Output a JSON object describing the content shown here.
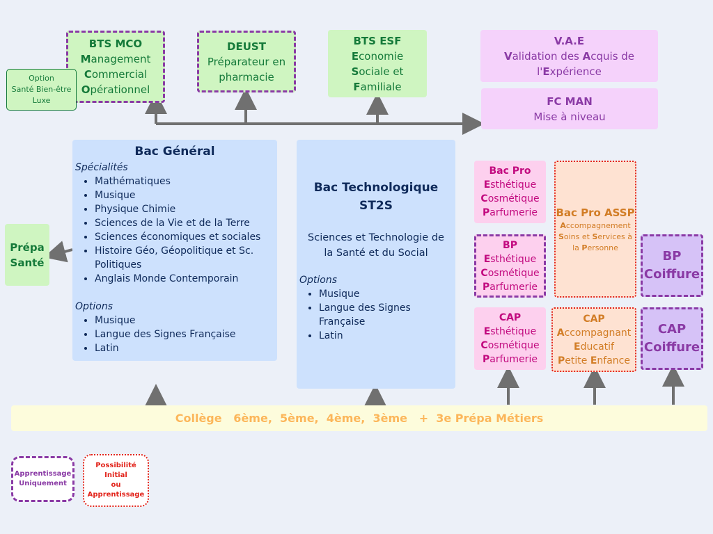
{
  "top": {
    "bts_mco": {
      "title": "BTS MCO",
      "lines": [
        [
          "M",
          "anagement"
        ],
        [
          "C",
          "ommercial"
        ],
        [
          "O",
          "pérationnel"
        ]
      ]
    },
    "option_sante": {
      "lines": [
        "Option",
        "Santé Bien-être",
        "Luxe"
      ]
    },
    "deust": {
      "title": "DEUST",
      "lines": [
        "Préparateur en",
        "pharmacie"
      ]
    },
    "bts_esf": {
      "title": "BTS ESF",
      "lines": [
        [
          "E",
          "conomie"
        ],
        [
          "S",
          "ociale et"
        ],
        [
          "F",
          "amiliale"
        ]
      ]
    },
    "vae": {
      "title": "V.A.E",
      "line1_a": "V",
      "line1_b": "alidation des ",
      "line1_c": "A",
      "line1_d": "cquis de",
      "line2_a": "l'",
      "line2_b": "E",
      "line2_c": "xpérience"
    },
    "fc_man": {
      "title": "FC MAN",
      "subtitle": "Mise à niveau"
    }
  },
  "prepa_sante": {
    "lines": [
      "Prépa",
      "Santé"
    ]
  },
  "bac_general": {
    "title": "Bac Général",
    "specialites_label": "Spécialités",
    "specialites": [
      "Mathématiques",
      "Musique",
      "Physique Chimie",
      "Sciences de la Vie et de la Terre",
      "Sciences économiques et sociales",
      "Histoire Géo, Géopolitique et Sc. Politiques",
      "Anglais Monde Contemporain"
    ],
    "options_label": "Options",
    "options": [
      "Musique",
      "Langue des Signes Française",
      "Latin"
    ]
  },
  "bac_techno": {
    "title_line1": "Bac Technologique",
    "title_line2": "ST2S",
    "description": "Sciences et Technologie de la Santé et du Social",
    "options_label": "Options",
    "options": [
      "Musique",
      "Langue des Signes Française",
      "Latin"
    ]
  },
  "pro": {
    "bac_pro_ecp": {
      "title": "Bac Pro",
      "lines": [
        [
          "E",
          "sthétique"
        ],
        [
          "C",
          "osmétique"
        ],
        [
          "P",
          "arfumerie"
        ]
      ]
    },
    "bp_ecp": {
      "title": "BP",
      "lines": [
        [
          "E",
          "sthétique"
        ],
        [
          "C",
          "osmétique"
        ],
        [
          "P",
          "arfumerie"
        ]
      ]
    },
    "cap_ecp": {
      "title": "CAP",
      "lines": [
        [
          "E",
          "sthétique"
        ],
        [
          "C",
          "osmétique"
        ],
        [
          "P",
          "arfumerie"
        ]
      ]
    },
    "bac_pro_assp": {
      "title": "Bac Pro ASSP",
      "l1a": "A",
      "l1b": "ccompagnement",
      "l2a": "S",
      "l2b": "oins et ",
      "l2c": "S",
      "l2d": "ervices à",
      "l3a": "la ",
      "l3b": "P",
      "l3c": "ersonne"
    },
    "cap_aepe": {
      "title": "CAP",
      "l1a": "A",
      "l1b": "ccompagnant",
      "l2a": "E",
      "l2b": "ducatif",
      "l3a": "P",
      "l3b": "etite ",
      "l3c": "E",
      "l3d": "nfance"
    },
    "bp_coiffure": {
      "lines": [
        "BP",
        "Coiffure"
      ]
    },
    "cap_coiffure": {
      "lines": [
        "CAP",
        "Coiffure"
      ]
    }
  },
  "college": {
    "label": "Collège   6ème,  5ème,  4ème,  3ème   +  3e Prépa Métiers"
  },
  "legend": {
    "apprentissage": [
      "Apprentissage",
      "Uniquement"
    ],
    "possibilite": [
      "Possibilité",
      "Initial",
      "ou",
      "Apprentissage"
    ]
  },
  "colors": {
    "green_text": "#157a3a",
    "green_bg": "#cff5c1",
    "pink_bg": "#f5d2fb",
    "purple": "#8a3aa5",
    "rose_bg": "#fdd0ee",
    "rose_text": "#c20a7f",
    "peach_bg": "#fee2d2",
    "peach_text": "#d27d26",
    "blue_bg": "#cde1fd",
    "navy": "#0f2a5a",
    "college_bg": "#fdfcdc",
    "college_text": "#fcb65a",
    "red": "#e2241b",
    "arrow": "#707070"
  }
}
